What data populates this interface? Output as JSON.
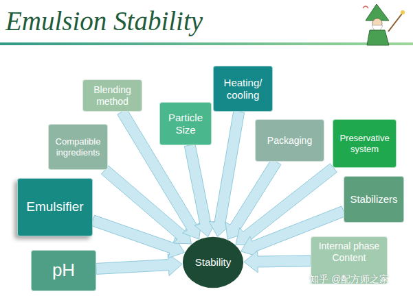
{
  "diagram": {
    "title": "Emulsion Stability",
    "nodes": [
      {
        "text": [
          "pH"
        ]
      },
      {
        "text": [
          "Emulsifier"
        ]
      },
      {
        "text": [
          "Compatible ingredients"
        ]
      },
      {
        "text": [
          "Blending method"
        ]
      },
      {
        "text": [
          "Particle Size"
        ]
      },
      {
        "text": [
          "Heating/ cooling"
        ]
      },
      {
        "text": [
          "Packaging"
        ]
      },
      {
        "text": [
          "Preservative system"
        ]
      },
      {
        "text": [
          "Stabilizers"
        ]
      },
      {
        "text": [
          "Internal phase Content"
        ]
      },
      {
        "text": [
          "Stability"
        ]
      }
    ],
    "edges": [
      {
        "from": 0,
        "to": 10,
        "arrow": "to"
      },
      {
        "from": 1,
        "to": 10,
        "arrow": "to"
      },
      {
        "from": 2,
        "to": 10,
        "arrow": "to"
      },
      {
        "from": 3,
        "to": 10,
        "arrow": "to"
      },
      {
        "from": 4,
        "to": 10,
        "arrow": "to"
      },
      {
        "from": 5,
        "to": 10,
        "arrow": "to"
      },
      {
        "from": 6,
        "to": 10,
        "arrow": "to"
      },
      {
        "from": 7,
        "to": 10,
        "arrow": "to"
      },
      {
        "from": 8,
        "to": 10,
        "arrow": "to"
      },
      {
        "from": 9,
        "to": 10,
        "arrow": "to"
      }
    ],
    "labels": [
      "知乎 @配方师之家"
    ]
  }
}
